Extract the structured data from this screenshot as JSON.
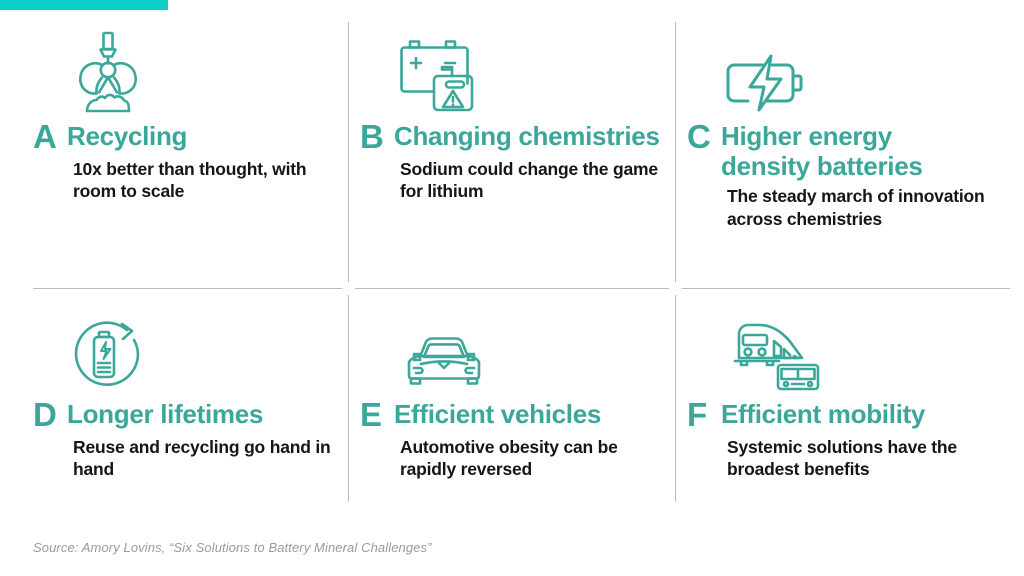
{
  "theme": {
    "accent_bar_color": "#0ccfc9",
    "teal": "#3ba79b",
    "body_text_color": "#161616",
    "divider_color": "#b9b9b9",
    "source_color": "#9b9b9b",
    "background": "#ffffff"
  },
  "panels": [
    {
      "letter": "A",
      "title": "Recycling",
      "subtitle": "10x better than thought, with room to scale",
      "icon": "crane-claw-grabber-icon"
    },
    {
      "letter": "B",
      "title": "Changing chemistries",
      "subtitle": "Sodium could change the game for lithium",
      "icon": "battery-and-chemical-canister-icon"
    },
    {
      "letter": "C",
      "title": "Higher energy density batteries",
      "subtitle": "The steady march of innovation across chemistries",
      "icon": "battery-lightning-bolt-icon"
    },
    {
      "letter": "D",
      "title": "Longer lifetimes",
      "subtitle": "Reuse and recycling go hand in hand",
      "icon": "battery-recycle-arrow-icon"
    },
    {
      "letter": "E",
      "title": "Efficient vehicles",
      "subtitle": "Automotive obesity can be rapidly reversed",
      "icon": "car-front-icon"
    },
    {
      "letter": "F",
      "title": "Efficient mobility",
      "subtitle": "Systemic solutions have the broadest benefits",
      "icon": "train-and-bus-icon"
    }
  ],
  "source": {
    "text": "Source: Amory Lovins, “Six Solutions to Battery Mineral Challenges”"
  }
}
